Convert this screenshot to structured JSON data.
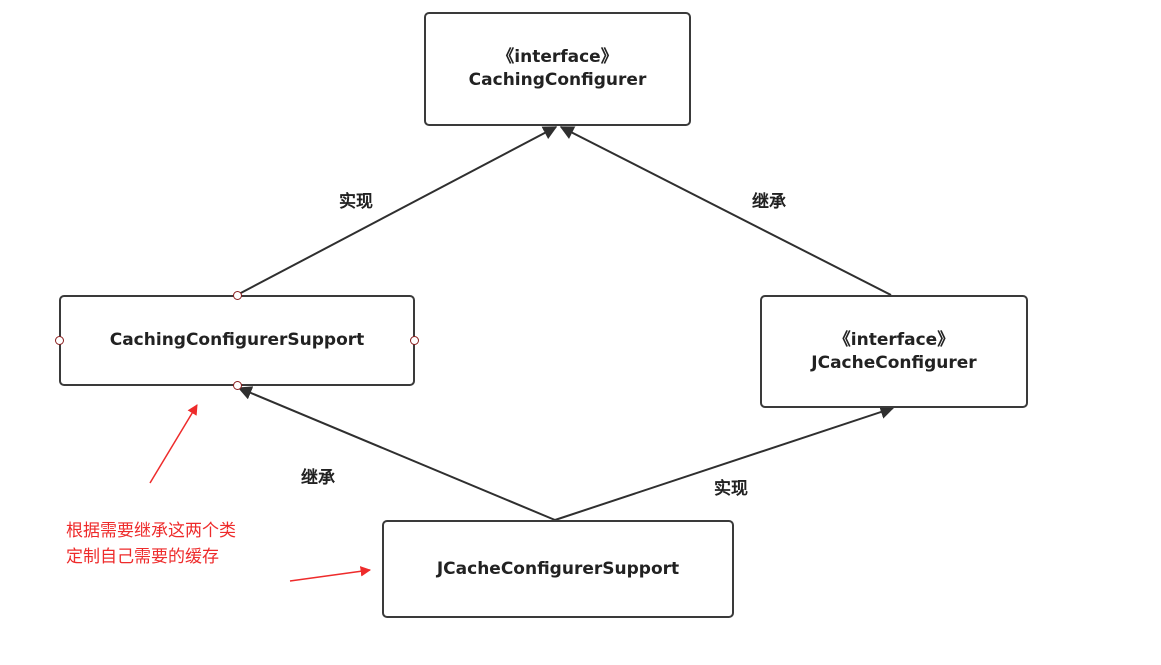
{
  "nodes": {
    "caching_configurer": {
      "stereotype": "《interface》",
      "name": "CachingConfigurer"
    },
    "caching_configurer_support": {
      "name": "CachingConfigurerSupport"
    },
    "jcache_configurer": {
      "stereotype": "《interface》",
      "name": "JCacheConfigurer"
    },
    "jcache_configurer_support": {
      "name": "JCacheConfigurerSupport"
    }
  },
  "edges": {
    "support_to_configurer": "实现",
    "jcache_configurer_to_configurer": "继承",
    "jcache_support_to_support": "继承",
    "jcache_support_to_jcache_configurer": "实现"
  },
  "annotation": {
    "line1": "根据需要继承这两个类",
    "line2": "定制自己需要的缓存"
  },
  "colors": {
    "line": "#2f2f2f",
    "border": "#3a3a3a",
    "annotation": "#ee2b2b"
  }
}
